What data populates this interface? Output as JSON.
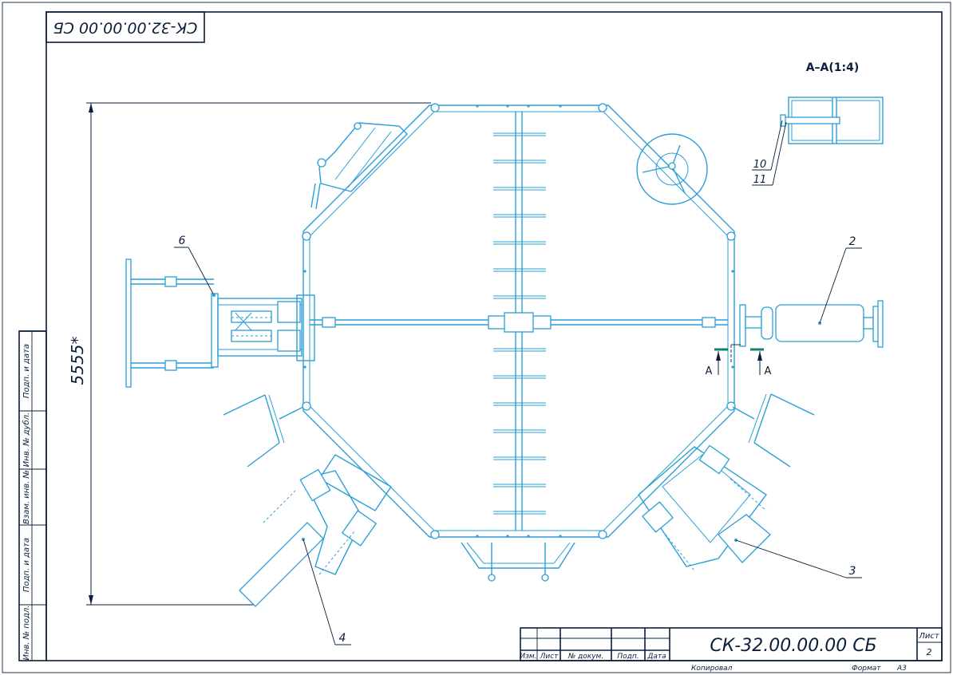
{
  "title_block": {
    "designation": "СК-32.00.00.00 СБ",
    "sheet_label": "Лист",
    "sheet_number": "2",
    "col_izm": "Изм.",
    "col_list": "Лист",
    "col_doc": "№ докум.",
    "col_sign": "Подп.",
    "col_date": "Дата",
    "copied_label": "Копировал",
    "format_label": "Формат",
    "format_value": "А3"
  },
  "corner_stamp": "СК-32.00.00.00 СБ",
  "side_stamp": {
    "cells": [
      "Инв. № подл.",
      "Подп. и дата",
      "Взам. инв. №",
      "Инв. № дубл.",
      "Подп. и дата"
    ]
  },
  "section": {
    "title": "А–А(1:4)",
    "callouts": [
      "10",
      "11"
    ]
  },
  "section_marks": [
    "А",
    "А"
  ],
  "dimension": "5555*",
  "callouts": [
    "2",
    "3",
    "4",
    "6"
  ],
  "colors": {
    "line": "#2a9fd6",
    "ink": "#0b1e3a"
  }
}
